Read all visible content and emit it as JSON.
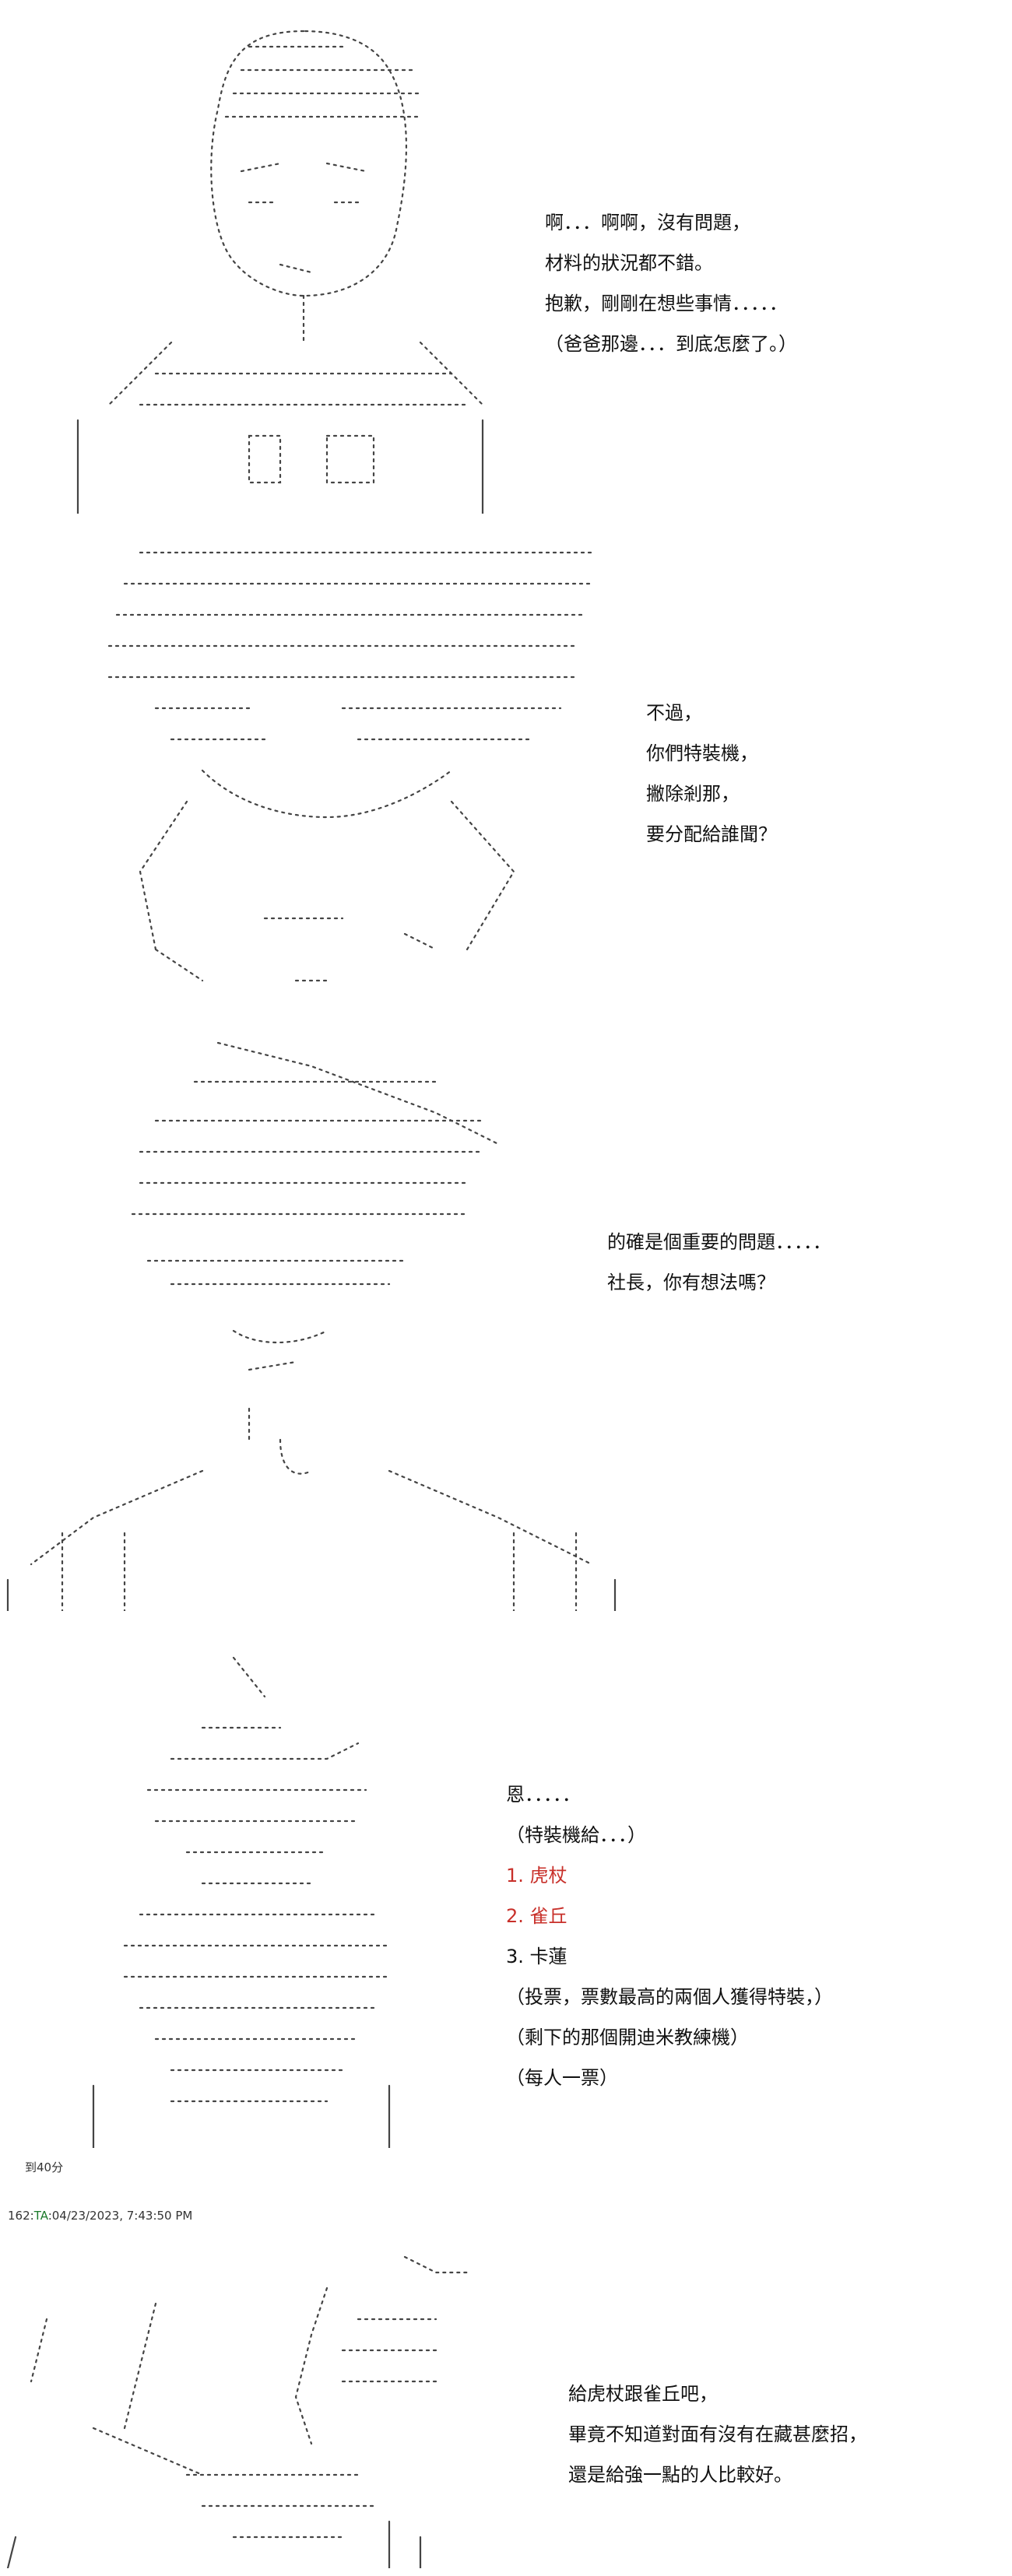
{
  "panels": [
    {
      "lines": [
        {
          "text": "啊．．．啊啊，沒有問題，"
        },
        {
          "text": "材料的狀況都不錯。"
        },
        {
          "text": "抱歉，剛剛在想些事情．．．．．"
        },
        {
          "text": "（爸爸那邊．．．到底怎麼了。）"
        }
      ]
    },
    {
      "lines": [
        {
          "text": "不過，"
        },
        {
          "text": "你們特裝機，"
        },
        {
          "text": "撇除剎那，"
        },
        {
          "text": "要分配給誰聞？"
        }
      ]
    },
    {
      "lines": [
        {
          "text": "的確是個重要的問題．．．．．"
        },
        {
          "text": "社長，你有想法嗎？"
        }
      ]
    },
    {
      "lines": [
        {
          "text": "恩．．．．．"
        },
        {
          "text": "（特裝機給．．．）"
        },
        {
          "text": "1. 虎杖"
        },
        {
          "text": "2. 雀丘"
        },
        {
          "text": "3. 卡蓮"
        },
        {
          "text": "（投票，票數最高的兩個人獲得特裝，）"
        },
        {
          "text": "（剩下的那個開迪米教練機）"
        },
        {
          "text": "（每人一票）"
        }
      ]
    },
    {
      "lines": [
        {
          "text": "給虎杖跟雀丘吧，"
        },
        {
          "text": "畢竟不知道對面有沒有在藏甚麼招，"
        },
        {
          "text": "還是給強一點的人比較好。"
        }
      ]
    }
  ],
  "vote_deadline": "到40分",
  "post": {
    "number": "162",
    "name": "TA",
    "timestamp": "04/23/2023, 7:43:50 PM"
  },
  "colors": {
    "highlight": "#c8302a",
    "poster_name": "#1b7a2a",
    "art_stroke": "#444444"
  }
}
